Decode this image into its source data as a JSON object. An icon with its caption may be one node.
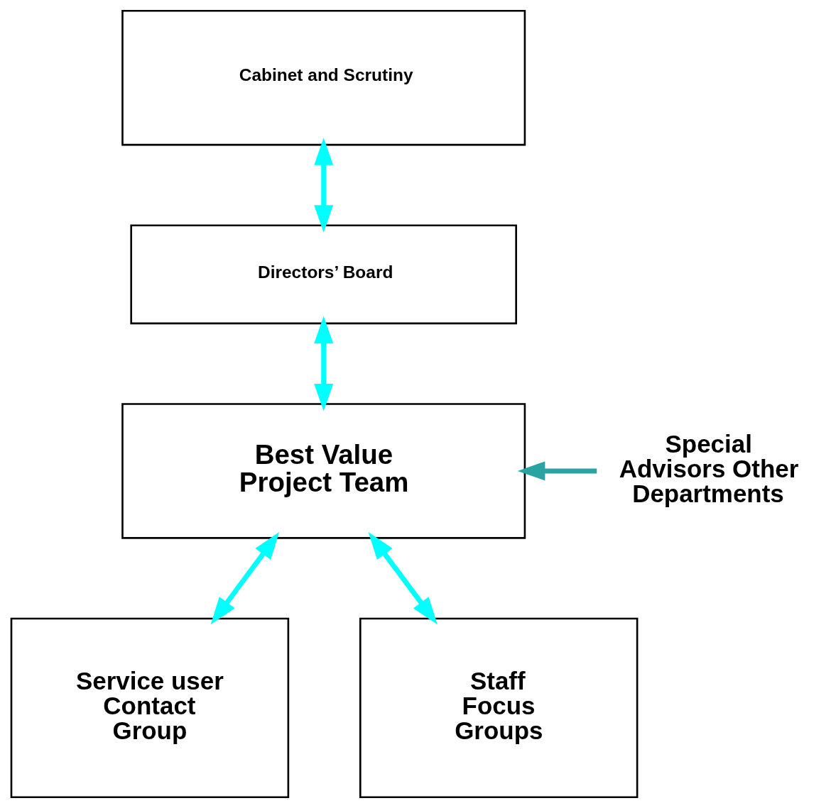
{
  "diagram": {
    "nodes": [
      {
        "text": [
          "Cabinet and Scrutiny"
        ]
      },
      {
        "text": [
          "Directors’ Board"
        ]
      },
      {
        "text": [
          "Best Value Project Team"
        ]
      },
      {
        "text": [
          "Special Advisors Other Departments"
        ]
      },
      {
        "text": [
          "Service user Contact Group"
        ]
      },
      {
        "text": [
          "Staff Focus Groups"
        ]
      }
    ],
    "edges": [
      {
        "from": 0,
        "to": 1,
        "arrow": "both"
      },
      {
        "from": 1,
        "to": 2,
        "arrow": "both"
      },
      {
        "from": 3,
        "to": 2,
        "arrow": "to",
        "color": "#2aa3a3"
      },
      {
        "from": 2,
        "to": 4,
        "arrow": "both"
      },
      {
        "from": 2,
        "to": 5,
        "arrow": "both"
      }
    ]
  }
}
